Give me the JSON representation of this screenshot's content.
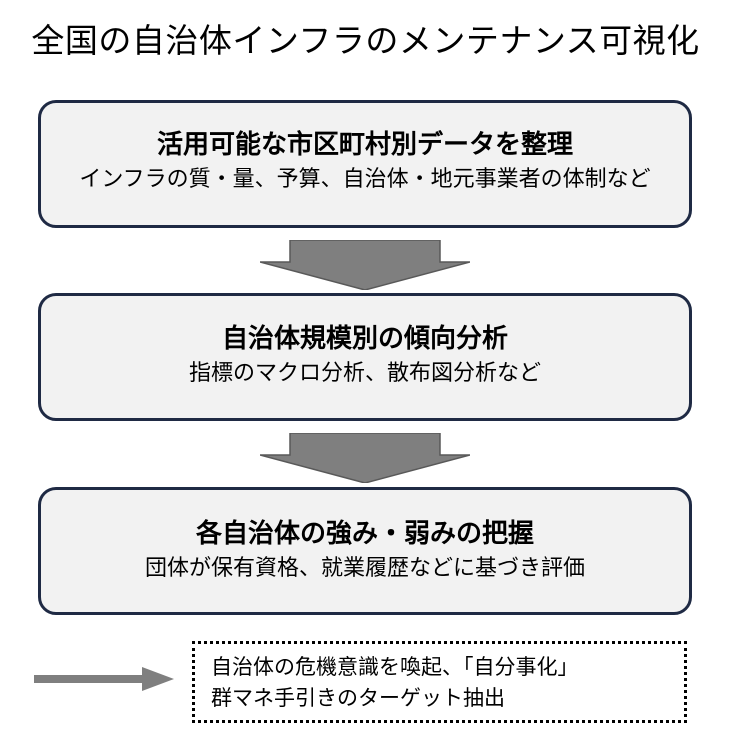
{
  "title": "全国の自治体インフラのメンテナンス可視化",
  "steps": [
    {
      "heading": "活用可能な市区町村別データを整理",
      "detail": "インフラの質・量、予算、自治体・地元事業者の体制など"
    },
    {
      "heading": "自治体規模別の傾向分析",
      "detail": "指標のマクロ分析、散布図分析など"
    },
    {
      "heading": "各自治体の強み・弱みの把握",
      "detail": "団体が保有資格、就業履歴などに基づき評価"
    }
  ],
  "note": {
    "line1": "自治体の危機意識を喚起、「自分事化」",
    "line2": "群マネ手引きのターゲット抽出"
  },
  "colors": {
    "box_border": "#1f2a44",
    "box_fill": "#f2f2f2",
    "arrow_fill": "#7f7f7f"
  }
}
